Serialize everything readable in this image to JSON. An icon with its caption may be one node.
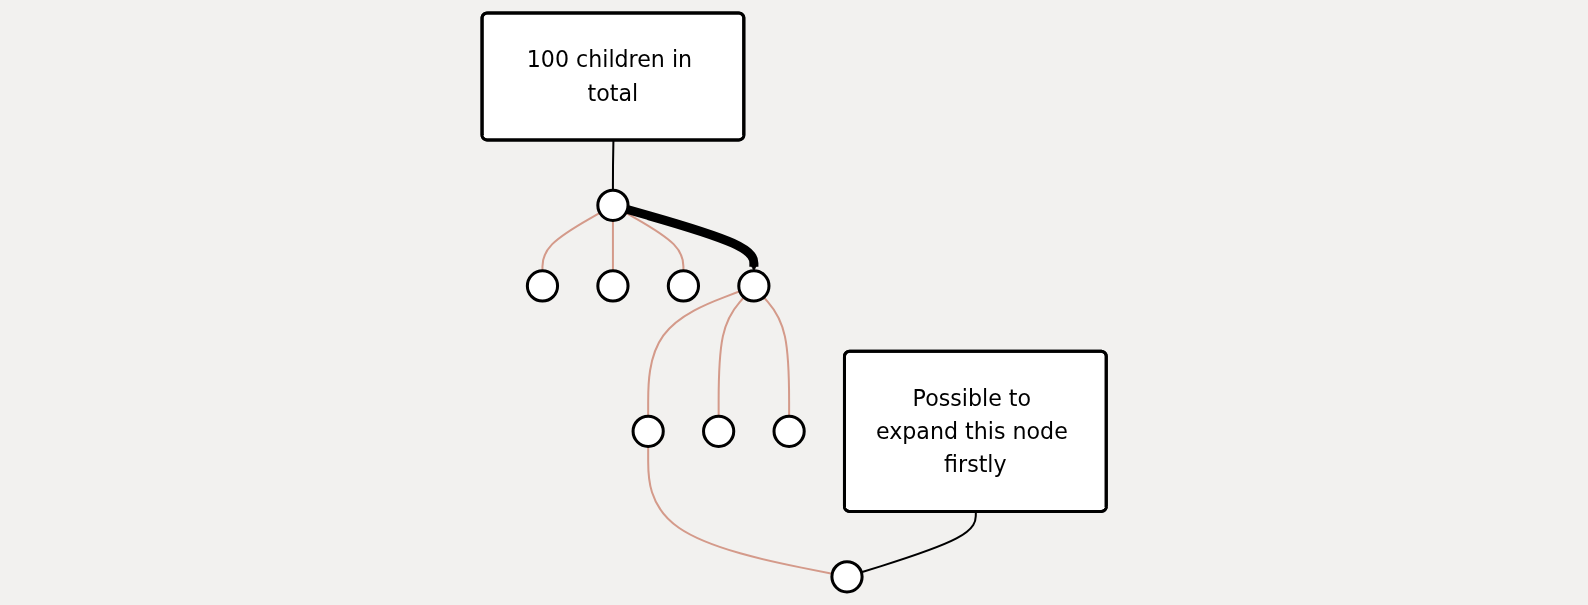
{
  "diagram": {
    "nodes": [
      {
        "text": [],
        "shape": "circle"
      },
      {
        "text": [],
        "shape": "circle"
      },
      {
        "text": [],
        "shape": "circle"
      },
      {
        "text": [],
        "shape": "circle"
      },
      {
        "text": [
          "100 children in total"
        ]
      },
      {
        "text": [],
        "shape": "circle"
      },
      {
        "text": [],
        "shape": "circle"
      },
      {
        "text": [],
        "shape": "circle"
      },
      {
        "text": [],
        "shape": "circle"
      },
      {
        "text": [],
        "shape": "circle"
      },
      {
        "text": [
          "Possible to expand this node firstly"
        ]
      }
    ],
    "edges": [
      {
        "from": 0,
        "to": 1,
        "arrow": "none"
      },
      {
        "from": 0,
        "to": 2,
        "arrow": "none"
      },
      {
        "from": 0,
        "to": 3,
        "arrow": "none"
      },
      {
        "from": 4,
        "to": 0,
        "arrow": "none",
        "color": "#000000"
      },
      {
        "from": 0,
        "to": 5,
        "arrow": "to",
        "style": "thick",
        "color": "#000000"
      },
      {
        "from": 5,
        "to": 6,
        "arrow": "none"
      },
      {
        "from": 5,
        "to": 7,
        "arrow": "none"
      },
      {
        "from": 5,
        "to": 8,
        "arrow": "none"
      },
      {
        "from": 6,
        "to": 9,
        "arrow": "none"
      },
      {
        "from": 10,
        "to": 9,
        "arrow": "none",
        "color": "#000000"
      }
    ]
  }
}
